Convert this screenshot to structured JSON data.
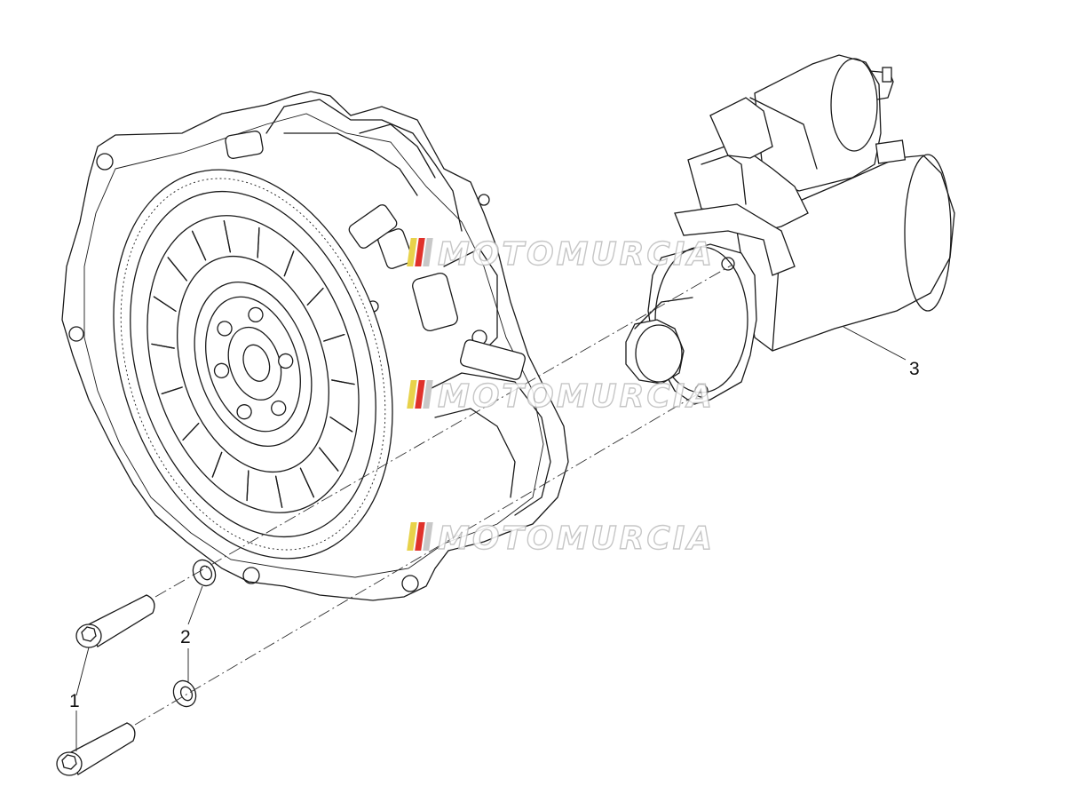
{
  "callouts": [
    {
      "id": "1",
      "label": "1"
    },
    {
      "id": "2",
      "label": "2"
    },
    {
      "id": "3",
      "label": "3"
    }
  ],
  "watermark": {
    "text": "MOTOMURCIA",
    "stripe_colors": [
      "#e8d24a",
      "#e0322b",
      "#c8c8c8"
    ]
  }
}
